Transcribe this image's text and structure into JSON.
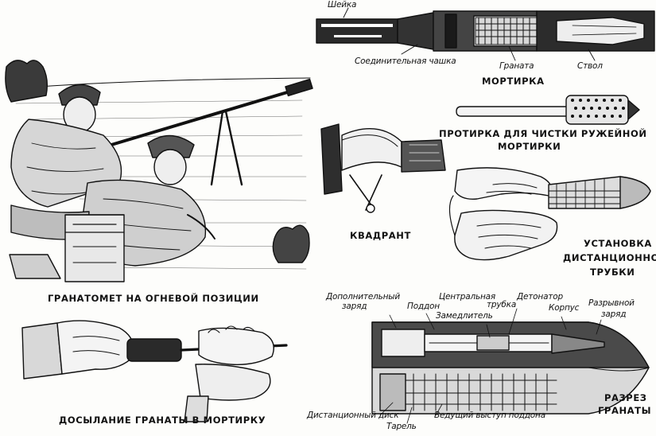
{
  "mortar": {
    "title": "МОРТИРКА",
    "labels": {
      "shevka": "Шейка",
      "cup": "Соединительная чашка",
      "grenade": "Граната",
      "barrel": "Ствол"
    }
  },
  "cleaning_rod": {
    "title_line1": "ПРОТИРКА ДЛЯ ЧИСТКИ РУЖЕЙНОЙ",
    "title_line2": "МОРТИРКИ"
  },
  "quadrant": {
    "title": "КВАДРАНТ"
  },
  "fuze_setting": {
    "title_line1": "УСТАНОВКА",
    "title_line2": "ДИСТАНЦИОННОЙ",
    "title_line3": "ТРУБКИ"
  },
  "firing_position": {
    "title": "ГРАНАТОМЕТ НА ОГНЕВОЙ ПОЗИЦИИ"
  },
  "loading": {
    "title": "ДОСЫЛАНИЕ ГРАНАТЫ В МОРТИРКУ"
  },
  "grenade_section": {
    "title_line1": "РАЗРЕЗ",
    "title_line2": "ГРАНАТЫ",
    "labels": {
      "extra_charge_line1": "Дополнительный",
      "extra_charge_line2": "заряд",
      "pallet": "Поддон",
      "central_tube_line1": "Центральная",
      "central_tube_line2": "трубка",
      "retarder": "Замедлитель",
      "detonator": "Детонатор",
      "body": "Корпус",
      "burst_charge_line1": "Разрывной",
      "burst_charge_line2": "заряд",
      "timer_disc": "Дистанционный диск",
      "plate": "Тарель",
      "lead_lug": "Ведущий выступ поддона"
    }
  }
}
